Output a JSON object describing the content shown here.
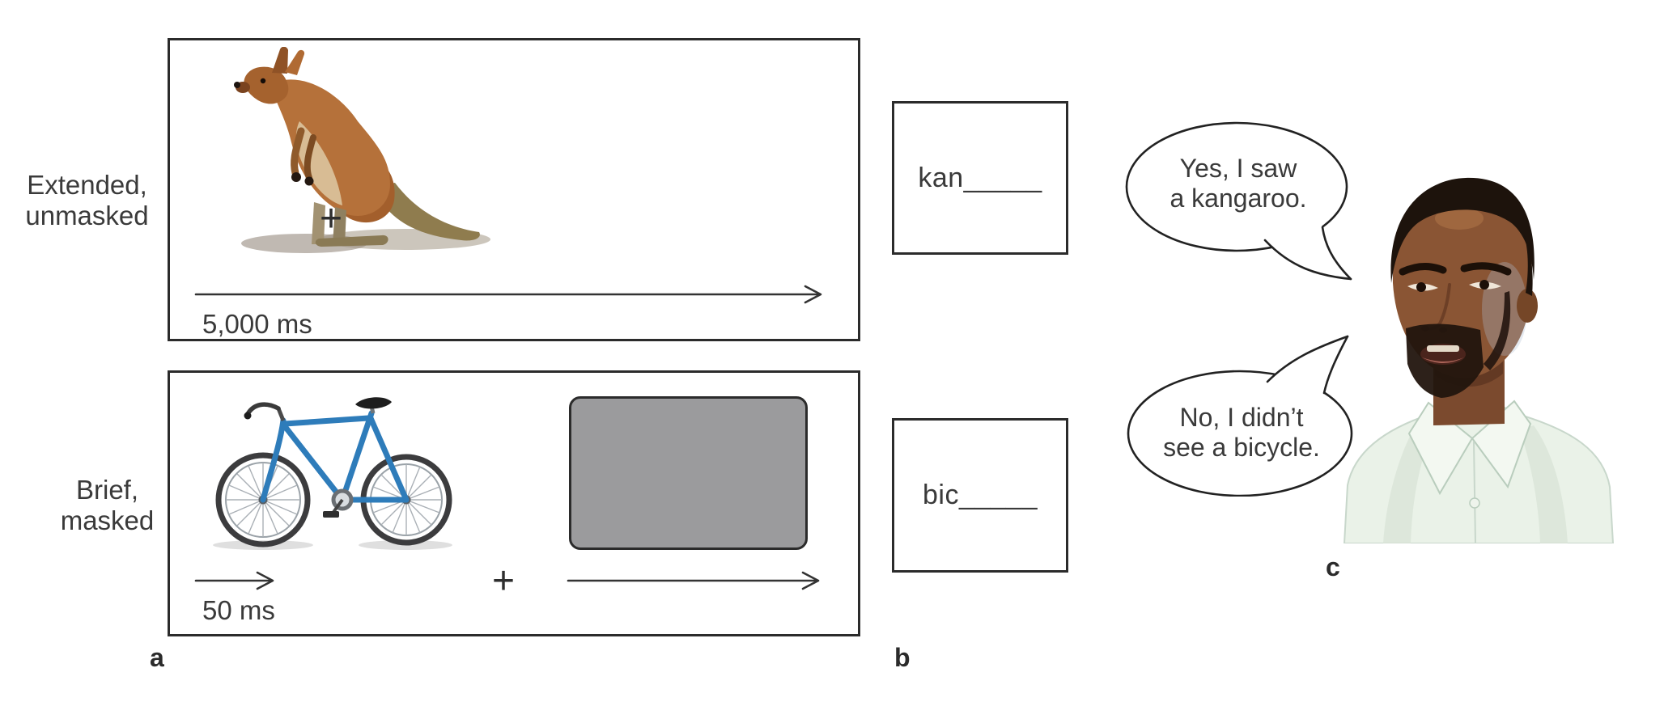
{
  "figure": {
    "panel_a": {
      "letter": "a",
      "fixation_symbol": "+",
      "trials": [
        {
          "condition_line1": "Extended,",
          "condition_line2": "unmasked",
          "stimulus": "kangaroo",
          "duration_label": "5,000 ms",
          "masked": false
        },
        {
          "condition_line1": "Brief,",
          "condition_line2": "masked",
          "stimulus": "bicycle",
          "duration_label": "50 ms",
          "masked": true
        }
      ]
    },
    "panel_b": {
      "letter": "b",
      "word_stems": [
        "kan_____",
        "bic_____"
      ]
    },
    "panel_c": {
      "letter": "c",
      "speech_bubbles": [
        {
          "line1": "Yes, I saw",
          "line2": "a kangaroo."
        },
        {
          "line1": "No, I didn’t",
          "line2": "see a bicycle."
        }
      ]
    },
    "colors": {
      "ink": "#2b2b2b",
      "text": "#3a3a3a",
      "mask_fill": "#9b9b9d",
      "bicycle_blue": "#2e7cba",
      "kangaroo_rust": "#b06a33",
      "skin": "#8a5534",
      "shirt": "#eaf2e8"
    }
  }
}
